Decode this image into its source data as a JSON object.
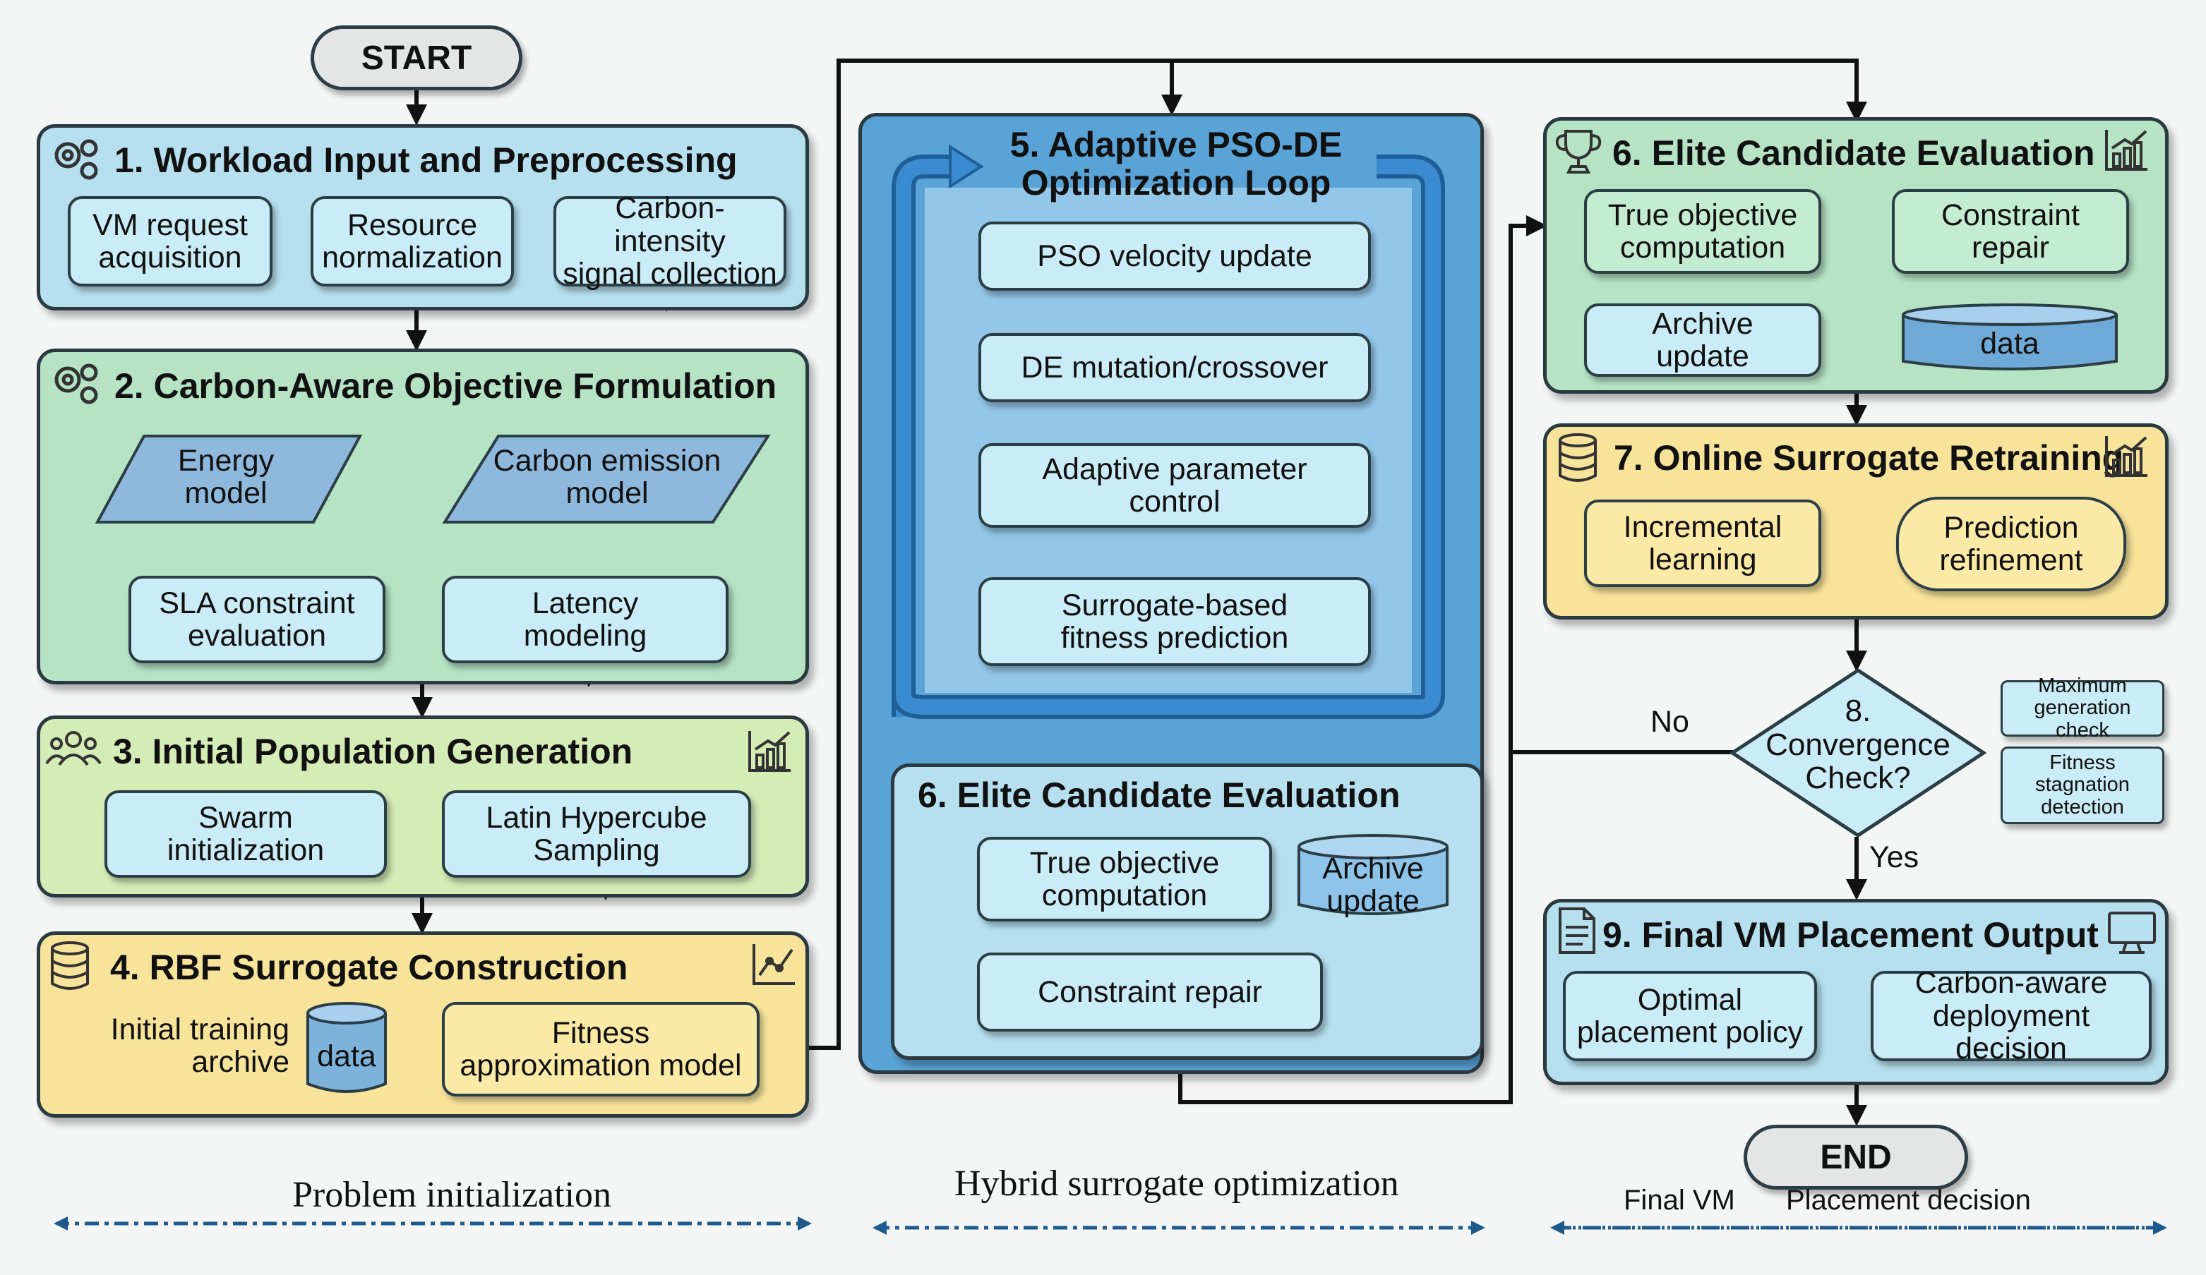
{
  "start": "START",
  "end": "END",
  "stage1": {
    "title": "1. Workload Input and Preprocessing",
    "steps": [
      "VM request\nacquisition",
      "Resource\nnormalization",
      "Carbon-intensity\nsignal collection"
    ]
  },
  "stage2": {
    "title": "2. Carbon-Aware Objective Formulation",
    "models": [
      "Energy\nmodel",
      "Carbon emission\nmodel"
    ],
    "steps": [
      "SLA constraint\nevaluation",
      "Latency\nmodeling"
    ]
  },
  "stage3": {
    "title": "3. Initial Population Generation",
    "steps": [
      "Swarm\ninitialization",
      "Latin Hypercube\nSampling"
    ]
  },
  "stage4": {
    "title": "4. RBF Surrogate Construction",
    "archive_label": "Initial training\narchive",
    "data_label": "data",
    "model": "Fitness\napproximation model"
  },
  "stage5": {
    "title": "5. Adaptive PSO-DE\nOptimization Loop",
    "steps": [
      "PSO velocity update",
      "DE mutation/crossover",
      "Adaptive parameter\ncontrol",
      "Surrogate-based\nfitness prediction"
    ]
  },
  "stage6_inner": {
    "title": "6. Elite Candidate Evaluation",
    "true_objective": "True objective\ncomputation",
    "archive": "Archive\nupdate",
    "repair": "Constraint repair"
  },
  "stage6": {
    "title": "6. Elite Candidate Evaluation",
    "true_objective": "True objective\ncomputation",
    "repair": "Constraint\nrepair",
    "archive": "Archive\nupdate",
    "data": "data"
  },
  "stage7": {
    "title": "7. Online Surrogate Retraining",
    "steps": [
      "Incremental\nlearning",
      "Prediction\nrefinement"
    ]
  },
  "stage8": {
    "decision": "8.\nConvergence\nCheck?",
    "no": "No",
    "yes": "Yes",
    "criteria": [
      "Maximum\ngeneration check",
      "Fitness\nstagnation\ndetection"
    ]
  },
  "stage9": {
    "title": "9. Final VM Placement Output",
    "steps": [
      "Optimal\nplacement policy",
      "Carbon-aware\ndeployment decision"
    ]
  },
  "phases": [
    "Problem initialization",
    "Hybrid surrogate optimization",
    "Final VM",
    "Placement decision"
  ],
  "colors": {
    "blue_panel": "#b6e0ef",
    "green_panel": "#b5e3c4",
    "lime_panel": "#d4ecb6",
    "yellow_panel": "#f8e39a",
    "loop_blue": "#5aa3d6",
    "phase_arrow": "#1e5a8c"
  },
  "icons": [
    "gears-icon",
    "gears-icon",
    "people-icon",
    "bar-chart-icon",
    "database-icon",
    "line-chart-icon",
    "trophy-icon",
    "bar-chart-icon",
    "database-icon",
    "bar-chart-icon",
    "document-icon",
    "monitor-icon"
  ]
}
